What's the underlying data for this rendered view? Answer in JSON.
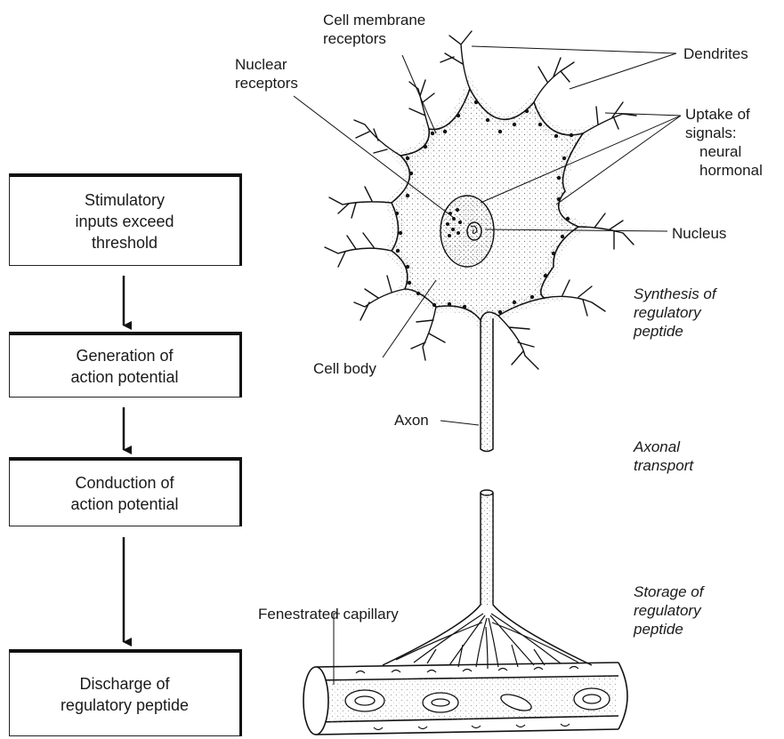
{
  "flow": {
    "step1": "Stimulatory\ninputs exceed\nthreshold",
    "step2": "Generation of\naction potential",
    "step3": "Conduction of\naction potential",
    "step4": "Discharge of\nregulatory peptide"
  },
  "labels": {
    "cell_membrane_receptors": "Cell membrane\nreceptors",
    "nuclear_receptors": "Nuclear\nreceptors",
    "dendrites": "Dendrites",
    "uptake_of_signals": "Uptake of\nsignals:",
    "neural_hormonal": "neural\nhormonal",
    "nucleus": "Nucleus",
    "cell_body": "Cell body",
    "axon": "Axon",
    "fenestrated_capillary": "Fenestrated capillary"
  },
  "annotations": {
    "synthesis": "Synthesis of\nregulatory\npeptide",
    "axonal_transport": "Axonal\ntransport",
    "storage": "Storage of\nregulatory\npeptide"
  }
}
